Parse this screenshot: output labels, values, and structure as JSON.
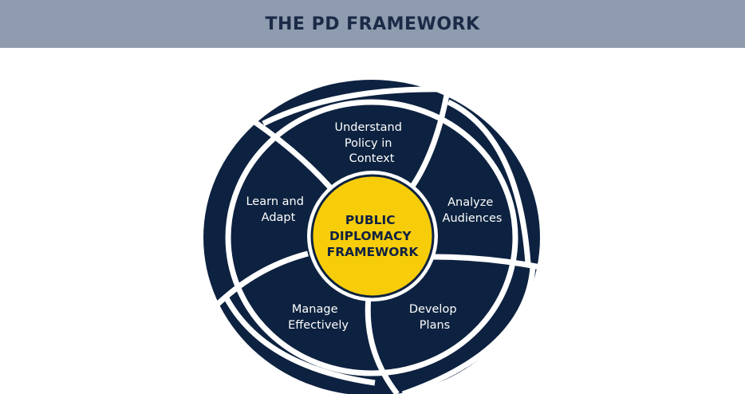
{
  "header": {
    "title": "THE PD FRAMEWORK"
  },
  "center": {
    "lines": [
      "PUBLIC",
      "DIPLOMACY",
      "FRAMEWORK"
    ]
  },
  "segments": [
    {
      "lines": [
        "Understand",
        "Policy in",
        "Context"
      ]
    },
    {
      "lines": [
        "Analyze",
        "Audiences"
      ]
    },
    {
      "lines": [
        "Develop",
        "Plans"
      ]
    },
    {
      "lines": [
        "Manage",
        "Effectively"
      ]
    },
    {
      "lines": [
        "Learn and",
        "Adapt"
      ]
    }
  ],
  "colors": {
    "navy": "#0d2240",
    "yellow": "#f7cd0a",
    "header": "#8f9bae"
  }
}
